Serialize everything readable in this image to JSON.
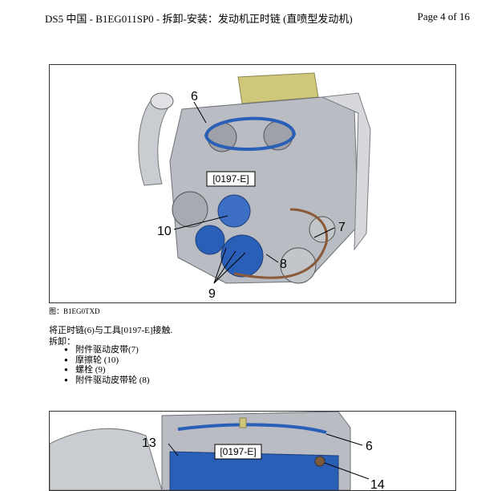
{
  "header": {
    "title": "DS5 中国  - B1EG011SP0 - 拆卸-安装：发动机正时链 (直喷型发动机)",
    "page": "Page 4 of 16"
  },
  "figure1": {
    "caption": "图：B1EG0TXD",
    "tool_label": "[0197-E]",
    "callouts": [
      "6",
      "10",
      "7",
      "8",
      "9"
    ]
  },
  "instruction": "将正时链(6)与工具[0197-E]接触.",
  "section_label": "拆卸：",
  "steps": [
    "附件驱动皮带(7)",
    "摩擦轮 (10)",
    "螺栓 (9)",
    "附件驱动皮带轮 (8)"
  ],
  "figure2": {
    "tool_label": "[0197-E]",
    "callouts": [
      "13",
      "6",
      "14"
    ]
  },
  "colors": {
    "chain_blue": "#2a5fb8",
    "engine_gray": "#b9bcc2",
    "bracket_yellow": "#cfc87a",
    "belt_brown": "#8a5a3a"
  }
}
